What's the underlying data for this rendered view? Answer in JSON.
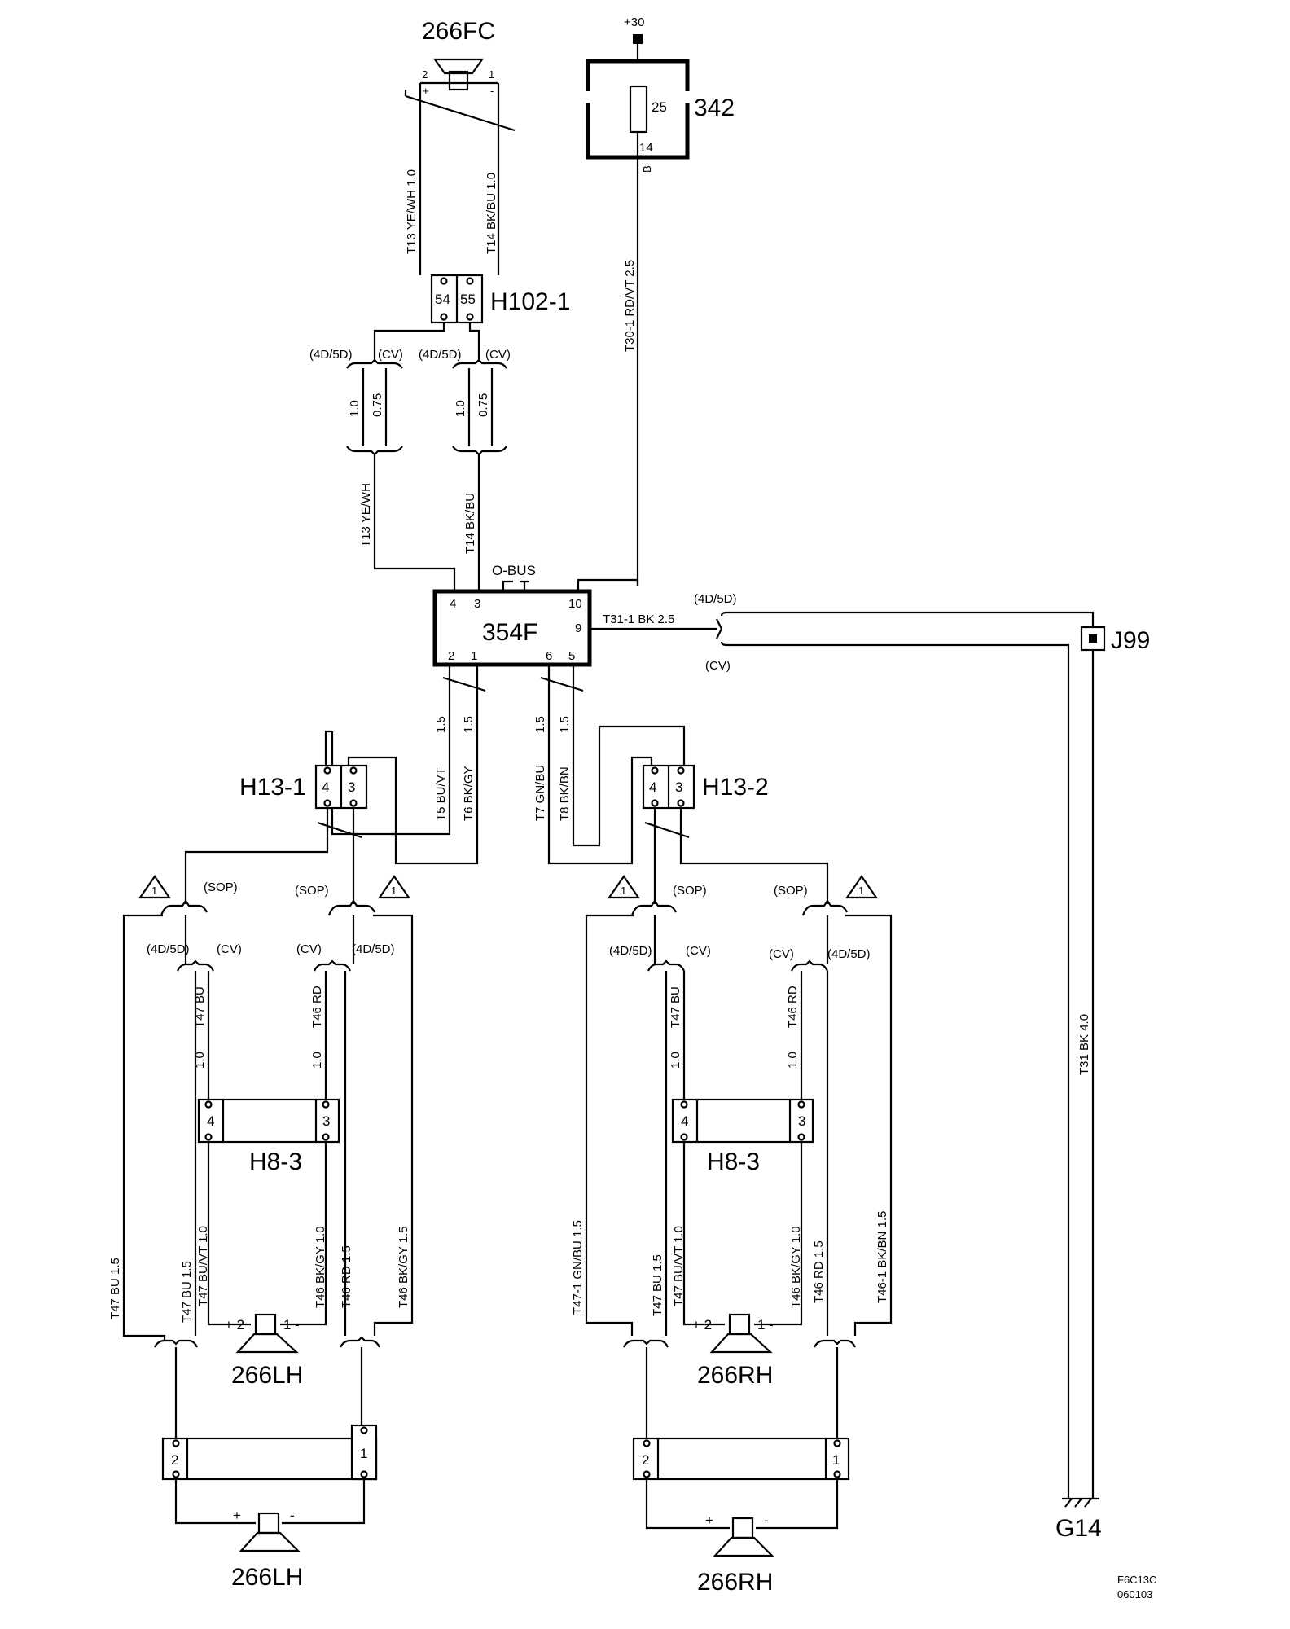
{
  "components": {
    "fc": "266FC",
    "fuse_box": "342",
    "fuse_no": "25",
    "fuse_pin": "14",
    "fuse_pin_b": "B",
    "supply": "+30",
    "h102": "H102-1",
    "h102_a": "54",
    "h102_b": "55",
    "unit": "354F",
    "obus": "O-BUS",
    "u4": "4",
    "u3": "3",
    "u10": "10",
    "u9": "9",
    "u2": "2",
    "u1": "1",
    "u6": "6",
    "u5": "5",
    "j99": "J99",
    "g14": "G14",
    "h13_1": "H13-1",
    "h13_2": "H13-2",
    "h8_3": "H8-3",
    "lh": "266LH",
    "rh": "266RH",
    "pin4": "4",
    "pin3": "3",
    "pin2": "2",
    "pin1": "1",
    "plus": "+",
    "minus": "-",
    "plus2": "+ 2",
    "minus1": "1 -",
    "tri": "1"
  },
  "variants": {
    "d": "(4D/5D)",
    "cv": "(CV)",
    "sop": "(SOP)"
  },
  "wires": {
    "t13": "T13  YE/WH   1.0",
    "t14": "T14  BK/BU   1.0",
    "t13b": "T13  YE/WH",
    "t14b": "T14  BK/BU",
    "g10": "1.0",
    "g075": "0.75",
    "g15": "1.5",
    "t30": "T30-1  RD/VT  2.5",
    "t31_1": "T31-1  BK  2.5",
    "t31": "T31  BK  4.0",
    "t5": "T5   BU/VT",
    "t6": "T6   BK/GY",
    "t7": "T7   GN/BU",
    "t8": "T8   BK/BN",
    "t47": "T47    BU",
    "t46": "T46    RD",
    "t47_bu15": "T47  BU  1.5",
    "t47_buvt": "T47  BU/VT  1.0",
    "t46_bkgy10": "T46  BK/GY  1.0",
    "t46_rd15": "T46  RD  1.5",
    "t46_bkgy15": "T46  BK/GY  1.5",
    "t47_1": "T47-1  GN/BU  1.5",
    "t46_1": "T46-1  BK/BN  1.5"
  },
  "footer": {
    "code": "F6C13C",
    "date": "060103"
  }
}
